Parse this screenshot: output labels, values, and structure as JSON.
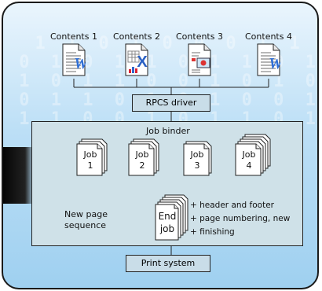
{
  "contents": [
    {
      "label": "Contents 1",
      "icon": "word-document-icon"
    },
    {
      "label": "Contents 2",
      "icon": "excel-spreadsheet-icon"
    },
    {
      "label": "Contents 3",
      "icon": "powerpoint-presentation-icon"
    },
    {
      "label": "Contents 4",
      "icon": "word-document-icon"
    }
  ],
  "driver": "RPCS driver",
  "binder": {
    "title": "Job binder",
    "jobs": [
      {
        "label1": "Job",
        "label2": "1"
      },
      {
        "label1": "Job",
        "label2": "2"
      },
      {
        "label1": "Job",
        "label2": "3"
      },
      {
        "label1": "Job",
        "label2": "4"
      }
    ],
    "new_page_line1": "New page",
    "new_page_line2": "sequence",
    "end_job_line1": "End",
    "end_job_line2": "job",
    "features": [
      "+ header and footer",
      "+ page numbering, new",
      "+ finishing"
    ]
  },
  "print_system": "Print system",
  "colors": {
    "box_fill": "#c9dde8",
    "binder_fill": "#cfe1e8",
    "word_blue": "#2f6fd6",
    "excel_blue": "#2a61c4",
    "frame": "#1a1a1a"
  }
}
